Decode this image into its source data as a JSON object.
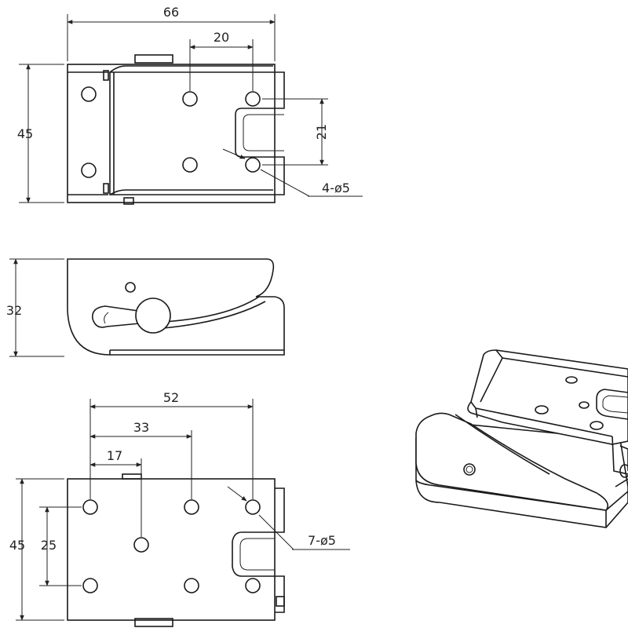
{
  "views": {
    "top": {
      "width_label": "66",
      "height_label": "45",
      "hole_spacing_label": "20",
      "vertical_spacing_label": "21",
      "hole_callout": "4-ø5"
    },
    "side": {
      "height_label": "32"
    },
    "bottom": {
      "dim_52": "52",
      "dim_33": "33",
      "dim_17": "17",
      "height_45": "45",
      "height_25": "25",
      "hole_callout": "7-ø5"
    }
  },
  "colors": {
    "line": "#1a1a1a",
    "background": "#ffffff"
  }
}
